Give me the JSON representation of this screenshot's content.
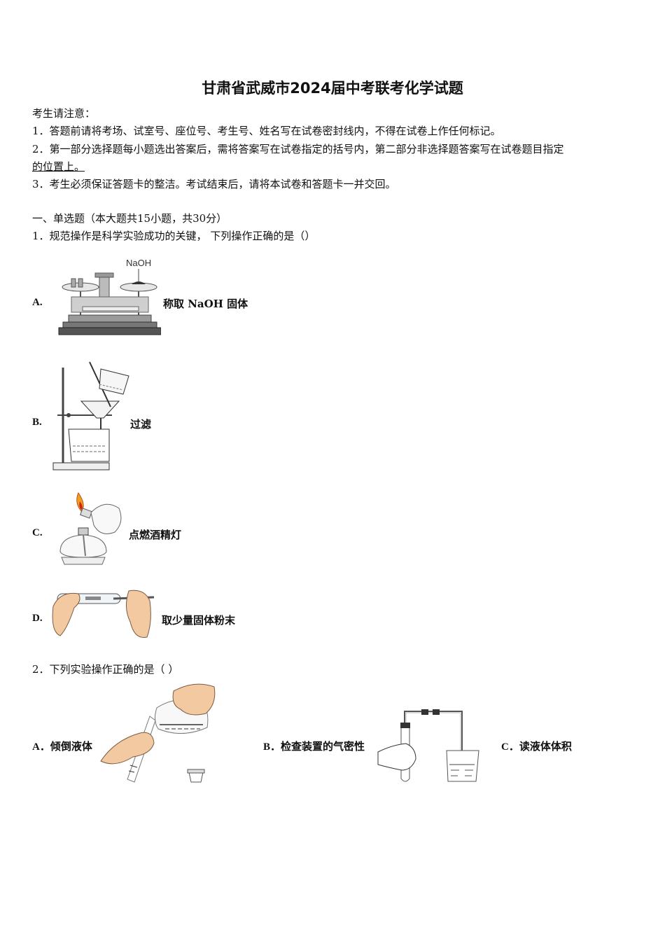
{
  "document": {
    "title": "甘肃省武威市2024届中考联考化学试题",
    "notice": {
      "label": "考生请注意：",
      "items": [
        "1．答题前请将考场、试室号、座位号、考生号、姓名写在试卷密封线内，不得在试卷上作任何标记。",
        "2．第一部分选择题每小题选出答案后，需将答案写在试卷指定的括号内，第二部分非选择题答案写在试卷题目指定",
        "的位置上。",
        "3．考生必须保证答题卡的整洁。考试结束后，请将本试卷和答题卡一并交回。"
      ]
    },
    "section": {
      "heading": "一、单选题（本大题共15小题，共30分）"
    },
    "questions": [
      {
        "stem": "1．规范操作是科学实验成功的关键， 下列操作正确的是（）",
        "options": [
          {
            "letter": "A.",
            "text": "称取 NaOH 固体",
            "figure": "balance-scale",
            "figure_label": "NaOH"
          },
          {
            "letter": "B.",
            "text": "过滤",
            "figure": "filtration-setup"
          },
          {
            "letter": "C.",
            "text": "点燃酒精灯",
            "figure": "alcohol-lamp-lighting"
          },
          {
            "letter": "D.",
            "text": "取少量固体粉末",
            "figure": "test-tube-powder"
          }
        ]
      },
      {
        "stem": "2．下列实验操作正确的是（ ）",
        "options": [
          {
            "letter": "A．",
            "text": "倾倒液体",
            "figure": "pouring-liquid"
          },
          {
            "letter": "B．",
            "text": "检查装置的气密性",
            "figure": "airtightness-check"
          },
          {
            "letter": "C．",
            "text": "读液体体积"
          }
        ]
      }
    ]
  }
}
